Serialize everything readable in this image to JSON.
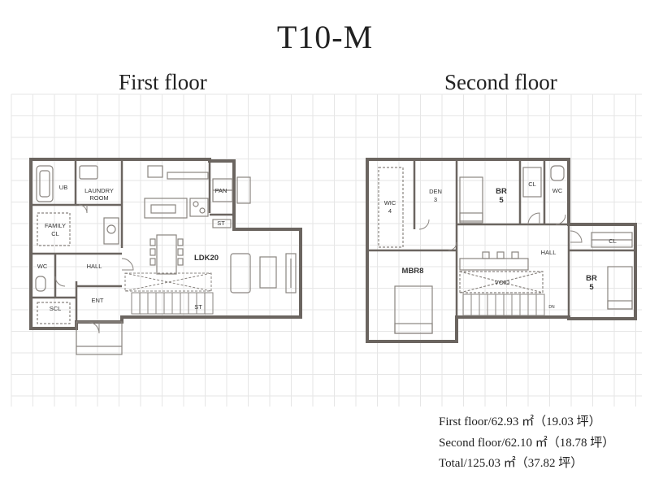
{
  "title": "T10-M",
  "floors": {
    "first": {
      "label": "First floor",
      "rooms": {
        "ub": "UB",
        "laundry_1": "LAUNDRY",
        "laundry_2": "ROOM",
        "family_1": "FAMILY",
        "family_2": "CL",
        "wc": "WC",
        "hall": "HALL",
        "scl": "SCL",
        "ent": "ENT",
        "ldk": "LDK20",
        "pan": "PAN",
        "st_top": "ST",
        "st_bottom": "ST"
      }
    },
    "second": {
      "label": "Second floor",
      "rooms": {
        "wic_1": "WIC",
        "wic_2": "4",
        "den_1": "DEN",
        "den_2": "3",
        "br1_1": "BR",
        "br1_2": "5",
        "cl1": "CL",
        "wc": "WC",
        "hall": "HALL",
        "cl2": "CL",
        "mbr": "MBR8",
        "void": "VOID",
        "br2_1": "BR",
        "br2_2": "5",
        "dn": "DN"
      }
    }
  },
  "areas": [
    "First floor/62.93 ㎡（19.03 坪）",
    "Second floor/62.10 ㎡（18.78 坪）",
    "Total/125.03 ㎡（37.82 坪）"
  ],
  "colors": {
    "wall": "#6b6560",
    "grid": "#e6e6e6",
    "fixture": "#8a8580"
  }
}
